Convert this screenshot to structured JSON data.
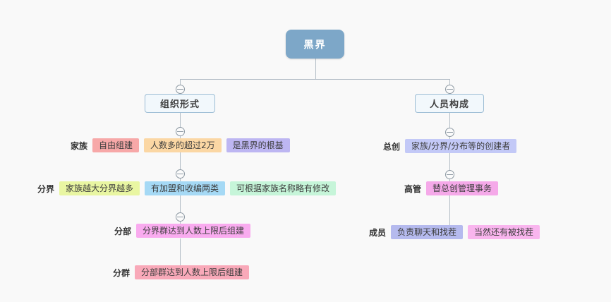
{
  "canvas": {
    "background": "#f9f9f9",
    "line_color": "#b3bdc6"
  },
  "mindmap": {
    "root": {
      "label": "黑界",
      "bg": "#7da7c8"
    },
    "left_branch": {
      "title": "组织形式",
      "rows": [
        {
          "label": "家族",
          "boxes": [
            {
              "text": "自由组建",
              "bg": "#f7a8a8"
            },
            {
              "text": "人数多的超过2万",
              "bg": "#fbd7a4"
            },
            {
              "text": "是黑界的根基",
              "bg": "#bdb6f2"
            }
          ]
        },
        {
          "label": "分界",
          "boxes": [
            {
              "text": "家族越大分界越多",
              "bg": "#e9f6a2"
            },
            {
              "text": "有加盟和收编两类",
              "bg": "#a5d9f5"
            },
            {
              "text": "可根据家族名称略有修改",
              "bg": "#c6f5d9"
            }
          ]
        },
        {
          "label": "分部",
          "boxes": [
            {
              "text": "分界群达到人数上限后组建",
              "bg": "#f9abef"
            }
          ]
        },
        {
          "label": "分群",
          "boxes": [
            {
              "text": "分部群达到人数上限后组建",
              "bg": "#f9a9b9"
            }
          ]
        }
      ]
    },
    "right_branch": {
      "title": "人员构成",
      "rows": [
        {
          "label": "总创",
          "boxes": [
            {
              "text": "家族/分界/分布等的创建者",
              "bg": "#c3c9f7"
            }
          ]
        },
        {
          "label": "高管",
          "boxes": [
            {
              "text": "替总创管理事务",
              "bg": "#f5a9e9"
            }
          ]
        },
        {
          "label": "成员",
          "boxes": [
            {
              "text": "负责聊天和找茬",
              "bg": "#b5baee"
            },
            {
              "text": "当然还有被找茬",
              "bg": "#f9b5ee"
            }
          ]
        }
      ]
    }
  }
}
